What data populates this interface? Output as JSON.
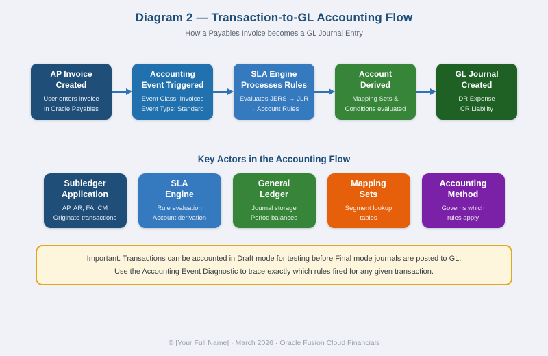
{
  "page": {
    "title": "Diagram 2 — Transaction-to-GL Accounting Flow",
    "subtitle": "How a Payables Invoice becomes a GL Journal Entry",
    "background_color": "#F0F2F7",
    "accent_color": "#1F4E79"
  },
  "flow": {
    "arrow_color": "#2E74B5",
    "steps": [
      {
        "title1": "AP Invoice",
        "title2": "Created",
        "sub1": "User enters invoice",
        "sub2": "in Oracle Payables",
        "color": "#1F4E79"
      },
      {
        "title1": "Accounting",
        "title2": "Event Triggered",
        "sub1": "Event Class: Invoices",
        "sub2": "Event Type: Standard",
        "color": "#2171AE"
      },
      {
        "title1": "SLA Engine",
        "title2": "Processes Rules",
        "sub1": "Evaluates JERS → JLR",
        "sub2": "→ Account Rules",
        "color": "#3579BE"
      },
      {
        "title1": "Account",
        "title2": "Derived",
        "sub1": "Mapping Sets &",
        "sub2": "Conditions evaluated",
        "color": "#368539"
      },
      {
        "title1": "GL Journal",
        "title2": "Created",
        "sub1": "DR Expense",
        "sub2": "CR Liability",
        "color": "#1F6125"
      }
    ]
  },
  "actors": {
    "heading": "Key Actors in the Accounting Flow",
    "items": [
      {
        "title1": "Subledger",
        "title2": "Application",
        "sub1": "AP, AR, FA, CM",
        "sub2": "Originate transactions",
        "color": "#1F4E79"
      },
      {
        "title1": "SLA",
        "title2": "Engine",
        "sub1": "Rule evaluation",
        "sub2": "Account derivation",
        "color": "#3579BE"
      },
      {
        "title1": "General",
        "title2": "Ledger",
        "sub1": "Journal storage",
        "sub2": "Period balances",
        "color": "#368539"
      },
      {
        "title1": "Mapping",
        "title2": "Sets",
        "sub1": "Segment lookup",
        "sub2": "tables",
        "color": "#E65F0B"
      },
      {
        "title1": "Accounting",
        "title2": "Method",
        "sub1": "Governs which",
        "sub2": "rules apply",
        "color": "#7B21A8"
      }
    ]
  },
  "note": {
    "line1": "Important: Transactions can be accounted in Draft mode for testing before Final mode journals are posted to GL.",
    "line2": "Use the Accounting Event Diagnostic to trace exactly which rules fired for any given transaction.",
    "background_color": "#FDF5DC",
    "border_color": "#E3A820"
  },
  "footer": {
    "text": "© [Your Full Name]  ·  March 2026  ·  Oracle Fusion Cloud Financials"
  }
}
